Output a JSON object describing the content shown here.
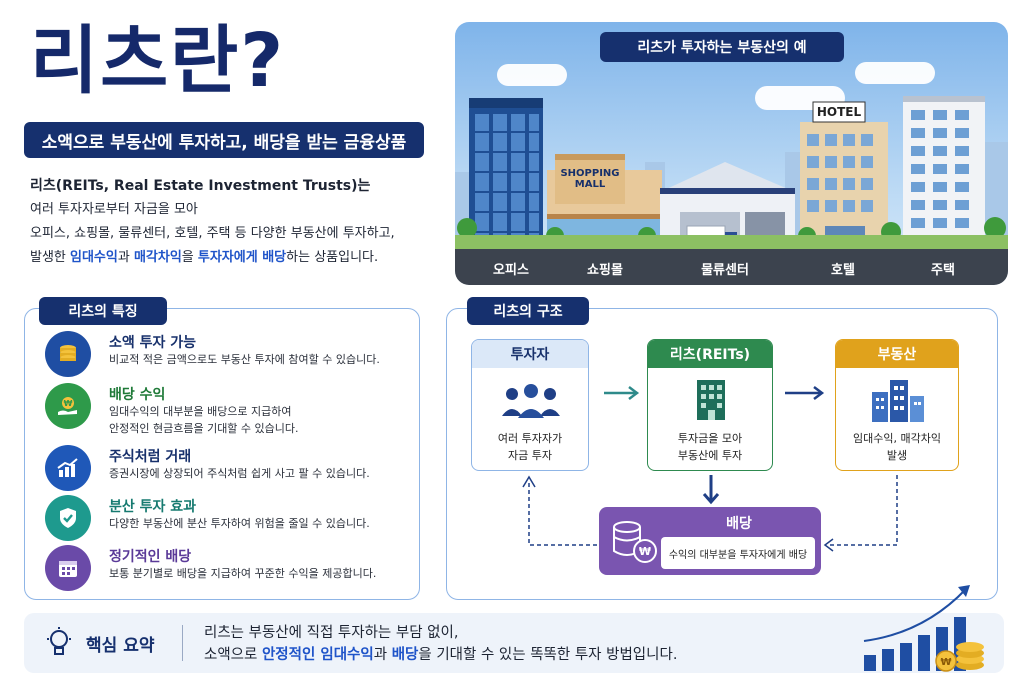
{
  "header": {
    "title": "리츠란?",
    "subtitle": "소액으로 부동산에 투자하고, 배당을 받는 금융상품"
  },
  "intro": {
    "line1": "리츠(REITs, Real Estate Investment Trusts)는",
    "line2": "여러 투자자로부터 자금을 모아",
    "line3": "오피스, 쇼핑몰, 물류센터, 호텔, 주택 등 다양한 부동산에 투자하고,",
    "line4_pre": "발생한 ",
    "line4_hl1": "임대수익",
    "line4_mid1": "과 ",
    "line4_hl2": "매각차익",
    "line4_mid2": "을 ",
    "line4_hl3": "투자자에게 배당",
    "line4_post": "하는 상품입니다."
  },
  "scene": {
    "title": "리츠가 투자하는 부동산의 예",
    "mall_sign_1": "SHOPPING",
    "mall_sign_2": "MALL",
    "hotel_sign": "HOTEL",
    "labels": [
      "오피스",
      "쇼핑몰",
      "물류센터",
      "호텔",
      "주택"
    ]
  },
  "features": {
    "title": "리츠의 특징",
    "items": [
      {
        "title": "소액 투자 가능",
        "desc": "비교적 적은 금액으로도 부동산 투자에 참여할 수 있습니다.",
        "color": "#1f4ea3"
      },
      {
        "title": "배당 수익",
        "desc": "임대수익의 대부분을 배당으로 지급하여\n안정적인 현금흐름을 기대할 수 있습니다.",
        "color": "#2e9a4a"
      },
      {
        "title": "주식처럼 거래",
        "desc": "증권시장에 상장되어 주식처럼 쉽게 사고 팔 수 있습니다.",
        "color": "#1f58b8"
      },
      {
        "title": "분산 투자 효과",
        "desc": "다양한 부동산에 분산 투자하여 위험을 줄일 수 있습니다.",
        "color": "#1e9a8e"
      },
      {
        "title": "정기적인 배당",
        "desc": "보통 분기별로 배당을 지급하여 꾸준한 수익을 제공합니다.",
        "color": "#6a4aa8"
      }
    ]
  },
  "structure": {
    "title": "리츠의 구조",
    "investor": {
      "head": "투자자",
      "text": "여러 투자자가\n자금 투자",
      "color": "#5b8fd6"
    },
    "reits": {
      "head": "리츠(REITs)",
      "text": "투자금을 모아\n부동산에 투자",
      "color": "#2e8a4f"
    },
    "property": {
      "head": "부동산",
      "text": "임대수익, 매각차익\n발생",
      "color": "#e0a21c"
    },
    "dividend": {
      "head": "배당",
      "text": "수익의 대부분을 투자자에게 배당",
      "color": "#7a55b0"
    }
  },
  "summary": {
    "label": "핵심 요약",
    "line1": "리츠는 부동산에 직접 투자하는 부담 없이,",
    "line2_pre": "소액으로 ",
    "line2_hl1": "안정적인 임대수익",
    "line2_mid": "과 ",
    "line2_hl2": "배당",
    "line2_post": "을 기대할 수 있는 똑똑한 투자 방법입니다."
  }
}
